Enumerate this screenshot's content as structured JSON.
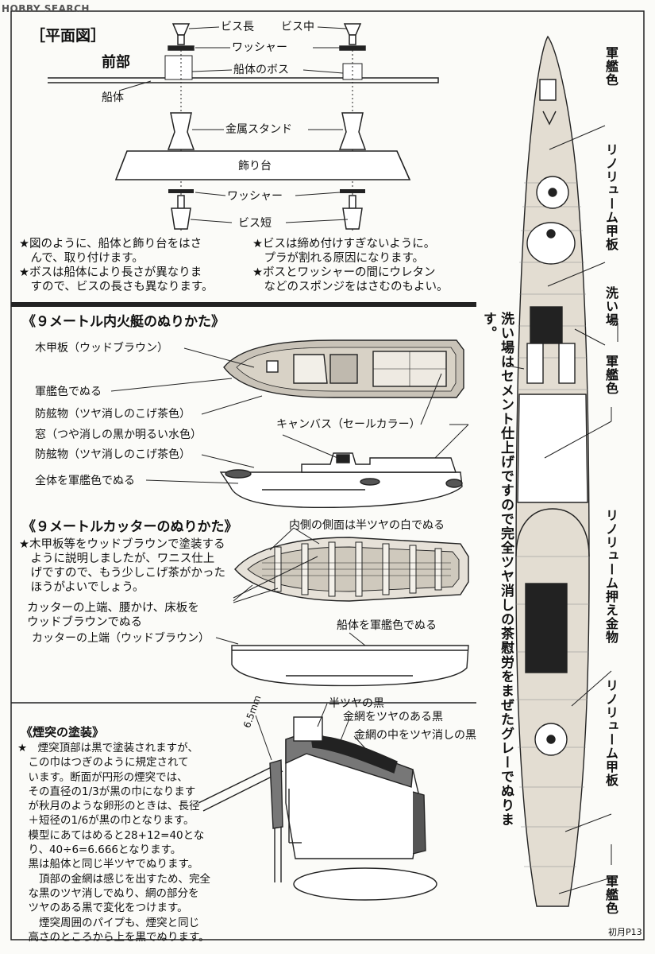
{
  "watermark": "HOBBY SEARCH",
  "plan": {
    "title": "［平面図］",
    "front": "前部",
    "hull": "船体",
    "screw_long": "ビス長",
    "screw_mid": "ビス中",
    "washer_top": "ワッシャー",
    "hull_boss": "船体のボス",
    "metal_stand": "金属スタンド",
    "pedestal": "飾り台",
    "washer_bottom": "ワッシャー",
    "screw_short": "ビス短",
    "note_left": "★図のように、船体と飾り台をはさ\n　んで、取り付けます。\n★ボスは船体により長さが異なりま\n　すので、ビスの長さも異なります。",
    "note_right": "★ビスは締め付けすぎないように。\n　プラが割れる原因になります。\n★ボスとワッシャーの間にウレタン\n　などのスポンジをはさむのもよい。"
  },
  "launch": {
    "title": "《９メートル内火艇のぬりかた》",
    "deck": "木甲板（ウッドブラウン）",
    "warship": "軍艦色でぬる",
    "fender1": "防舷物（ツヤ消しのこげ茶色）",
    "canvas": "キャンバス（セールカラー）",
    "window": "窓（つや消しの黒か明るい水色）",
    "fender2": "防舷物（ツヤ消しのこげ茶色）",
    "whole": "全体を軍艦色でぬる"
  },
  "cutter": {
    "title": "《９メートルカッターのぬりかた》",
    "inner": "内側の側面は半ツヤの白でぬる",
    "note": "★木甲板等をウッドブラウンで塗装する\n　ように説明しましたが、ワニス仕上\n　げですので、もう少しこげ茶がかった\n　ほうがよいでしょう。",
    "parts": "カッターの上端、腰かけ、床板を\nウッドブラウンでぬる",
    "hull_color": "船体を軍艦色でぬる",
    "top_edge": "カッターの上端（ウッドブラウン）"
  },
  "funnel": {
    "title": "《煙突の塗装》",
    "semi_black": "半ツヤの黒",
    "mesh_gloss": "金網をツヤのある黒",
    "mesh_inner": "金網の中をツヤ消しの黒",
    "dimension": "6.5mm",
    "note": "★　煙突頂部は黒で塗装されますが、\n　この巾はつぎのように規定されて\n　います。断面が円形の煙突では、\n　その直径の1/3が黒の巾になります\n　が秋月のような卵形のときは、長径\n　＋短径の1/6が黒の巾となります。\n　模型にあてはめると28+12=40とな\n　り、40÷6=6.666となります。\n　黒は船体と同じ半ツヤでぬります。\n　　頂部の金網は感じを出すため、完全\n　な黒のツヤ消しでぬり、網の部分を\n　ツヤのある黒で変化をつけます。\n　　煙突周囲のパイプも、煙突と同じ\n　高さのところから上を黒でぬります。"
  },
  "vertical_note": "洗い場はセメント仕上げですので完全ツヤ消しの茶慰労をまぜたグレーでぬります。",
  "ship_labels": {
    "l1": "軍艦色",
    "l2": "リノリューム甲板",
    "l3": "洗い場",
    "l4": "軍艦色",
    "l5": "リノリューム押え金物",
    "l6": "リノリューム甲板",
    "l7": "軍艦色"
  },
  "page_number": "初月P13"
}
